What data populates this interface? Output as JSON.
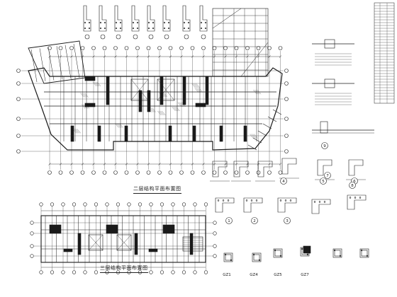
{
  "drawing": {
    "plan_second_floor_caption": "二层结构平面布置图",
    "plan_third_floor_caption": "三层结构平面布置图",
    "section_markers": [
      "1",
      "2",
      "3",
      "4",
      "5",
      "6",
      "7",
      "8",
      "9"
    ],
    "detail_markers": [
      "GZ1",
      "GZ4",
      "GZ5",
      "GZ7"
    ],
    "line_color": "#1a1a1a",
    "background_color": "#ffffff"
  }
}
